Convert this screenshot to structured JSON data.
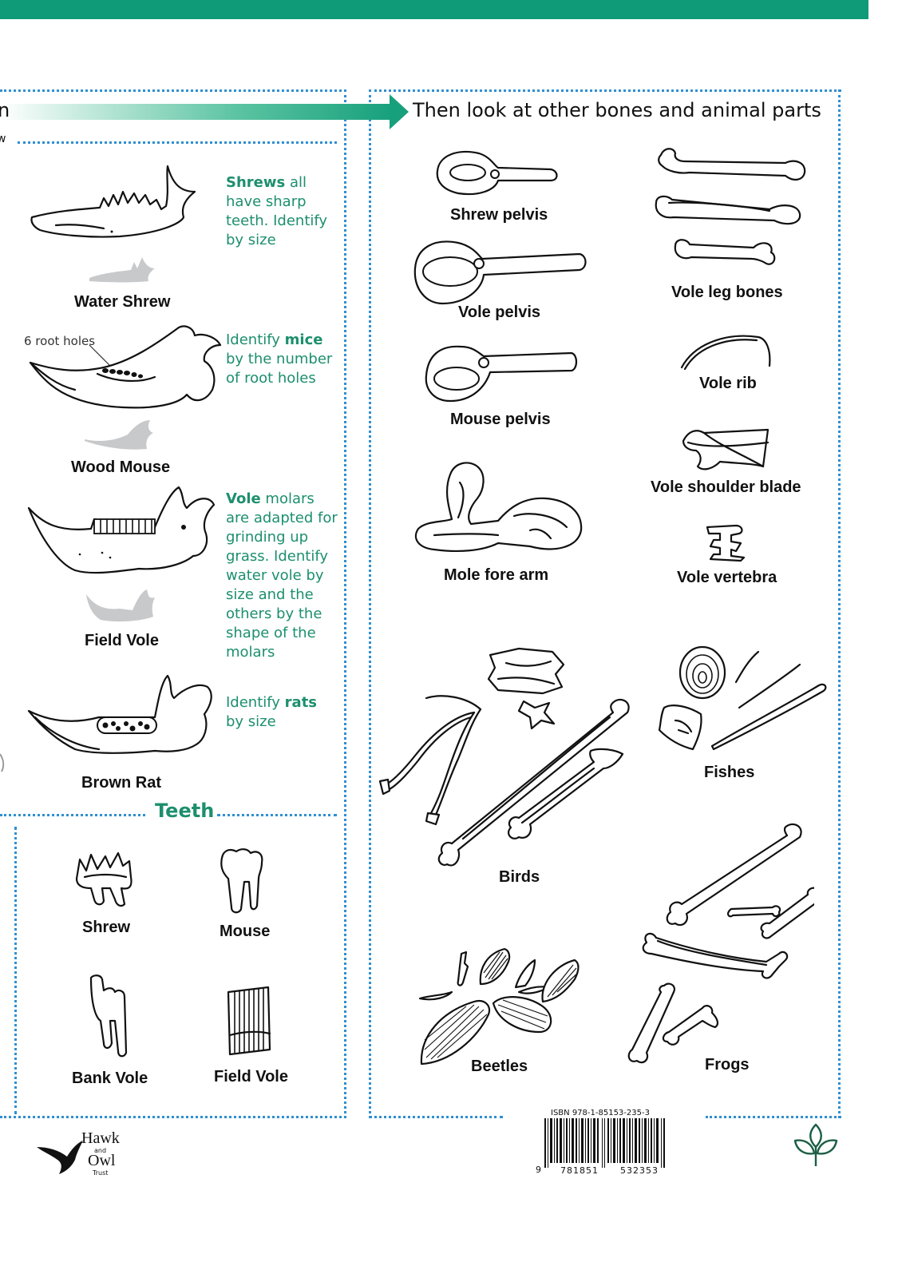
{
  "header": {
    "accent": "#0f9a78",
    "dots": "#2f8fd1"
  },
  "left": {
    "cut_heading_char": "n",
    "cut_sub_char": "w",
    "entries": [
      {
        "name": "Water Shrew",
        "note_em": "Shrews",
        "note_rest": " all have sharp teeth. Identify by size"
      },
      {
        "name": "Wood Mouse",
        "root_label": "6 root holes",
        "note_pre": "Identify ",
        "note_em": "mice",
        "note_rest": " by the number of root holes"
      },
      {
        "name": "Field Vole",
        "note_em": "Vole",
        "note_rest": " molars are adapted for grinding up grass. Identify water vole by size and the others by the shape of the molars"
      },
      {
        "name": "Brown Rat",
        "note_pre": "Identify ",
        "note_em": "rats",
        "note_rest": " by size"
      }
    ],
    "teeth": {
      "heading": "Teeth",
      "items": [
        "Shrew",
        "Mouse",
        "Bank Vole",
        "Field Vole"
      ]
    }
  },
  "right": {
    "heading": "Then look at other bones and animal parts",
    "labels": {
      "shrew_pelvis": "Shrew pelvis",
      "vole_leg_bones": "Vole leg bones",
      "vole_pelvis": "Vole pelvis",
      "vole_rib": "Vole rib",
      "mouse_pelvis": "Mouse pelvis",
      "vole_shoulder_blade": "Vole shoulder blade",
      "mole_fore_arm": "Mole fore arm",
      "vole_vertebra": "Vole vertebra",
      "fishes": "Fishes",
      "birds": "Birds",
      "beetles": "Beetles",
      "frogs": "Frogs"
    }
  },
  "footer": {
    "logo_hawk": "Hawk",
    "logo_and": "and",
    "logo_owl": "Owl",
    "logo_trust": "Trust",
    "isbn": "ISBN 978-1-85153-235-3",
    "barcode_lead": "9",
    "barcode_group1": "781851",
    "barcode_group2": "532353"
  }
}
